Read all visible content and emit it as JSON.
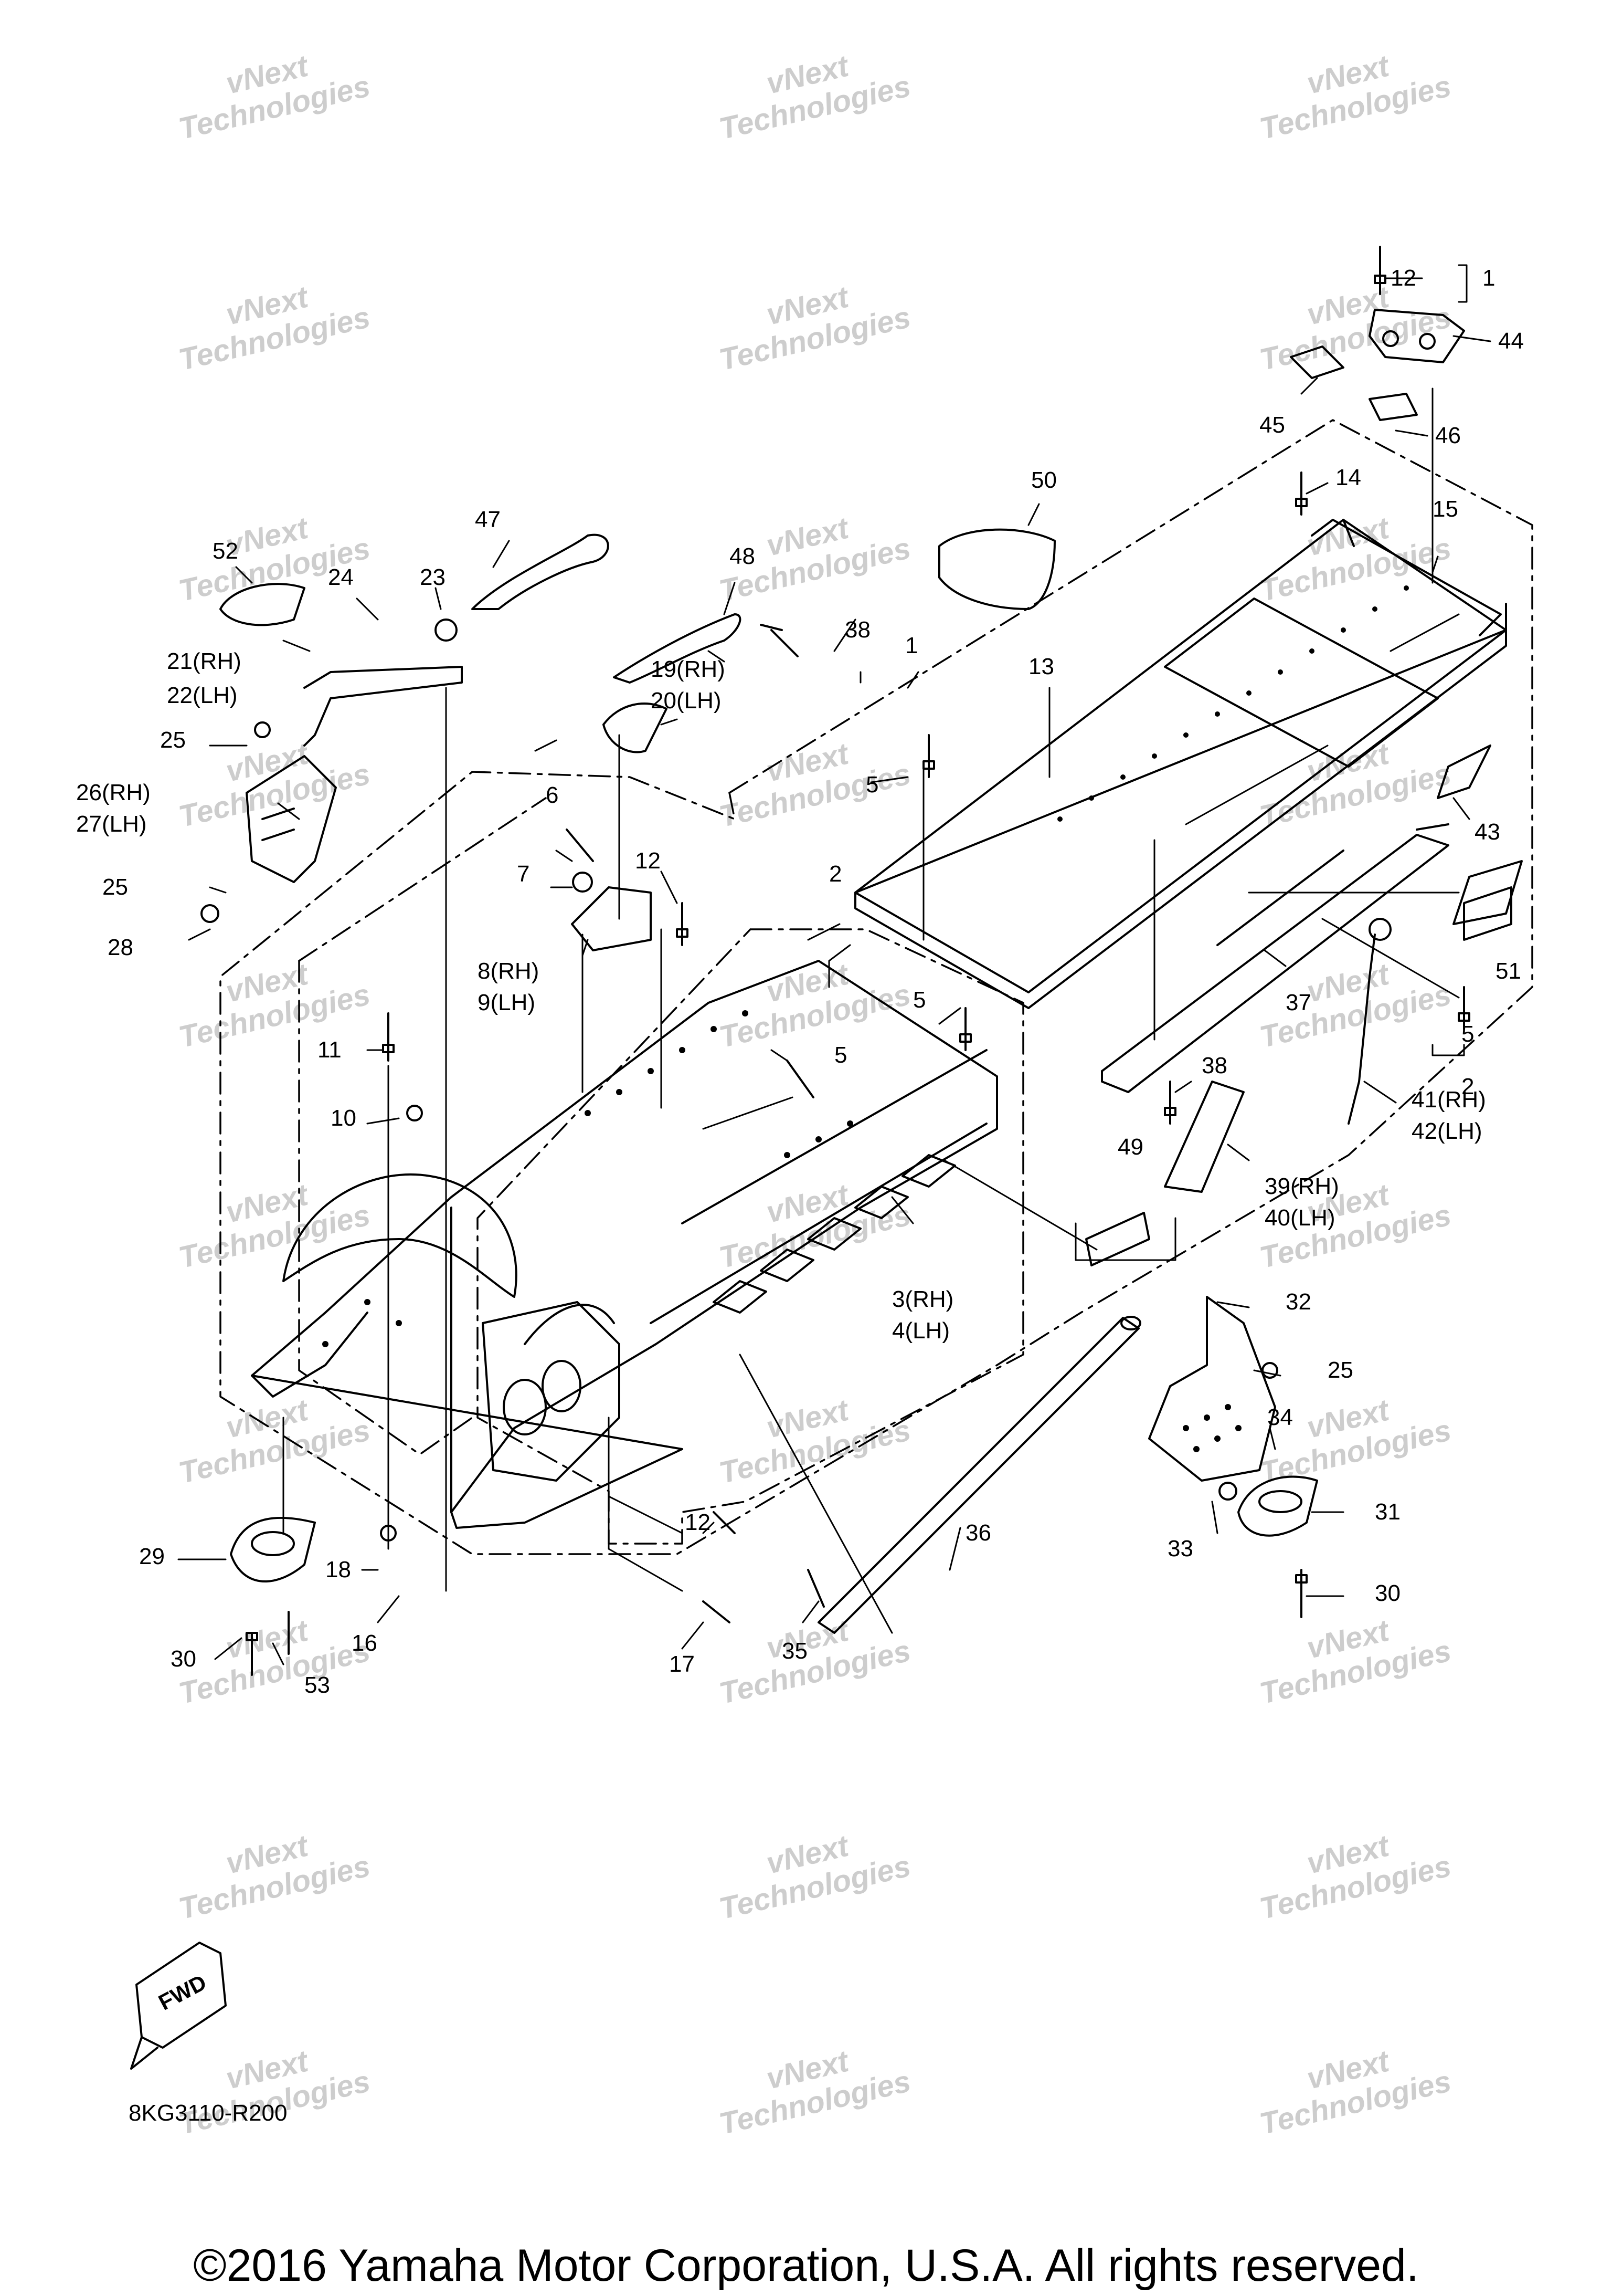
{
  "diagram_code": "8KG3110-R200",
  "copyright": "©2016 Yamaha Motor Corporation, U.S.A. All rights reserved.",
  "watermark": {
    "line1": "vNext",
    "line2": "Technologies"
  },
  "fwd_badge": "FWD",
  "callouts": {
    "c1": "1",
    "c1b": "1",
    "c2": "2",
    "c2b": "2",
    "c3": "3(RH)",
    "c4": "4(LH)",
    "c5a": "5",
    "c5b": "5",
    "c5c": "5",
    "c5d": "5",
    "c6": "6",
    "c7": "7",
    "c8": "8(RH)",
    "c9": "9(LH)",
    "c10": "10",
    "c11": "11",
    "c12a": "12",
    "c12b": "12",
    "c12c": "12",
    "c13": "13",
    "c14": "14",
    "c15": "15",
    "c16": "16",
    "c17": "17",
    "c18": "18",
    "c19": "19(RH)",
    "c20": "20(LH)",
    "c21": "21(RH)",
    "c22": "22(LH)",
    "c23": "23",
    "c24": "24",
    "c25a": "25",
    "c25b": "25",
    "c25c": "25",
    "c26": "26(RH)",
    "c27": "27(LH)",
    "c28": "28",
    "c29": "29",
    "c30a": "30",
    "c30b": "30",
    "c31": "31",
    "c32": "32",
    "c33": "33",
    "c34": "34",
    "c35": "35",
    "c36": "36",
    "c37": "37",
    "c38a": "38",
    "c38b": "38",
    "c39": "39(RH)",
    "c40": "40(LH)",
    "c41": "41(RH)",
    "c42": "42(LH)",
    "c43": "43",
    "c44": "44",
    "c45": "45",
    "c46": "46",
    "c47": "47",
    "c48": "48",
    "c49": "49",
    "c50": "50",
    "c51": "51",
    "c52": "52",
    "c53": "53"
  }
}
